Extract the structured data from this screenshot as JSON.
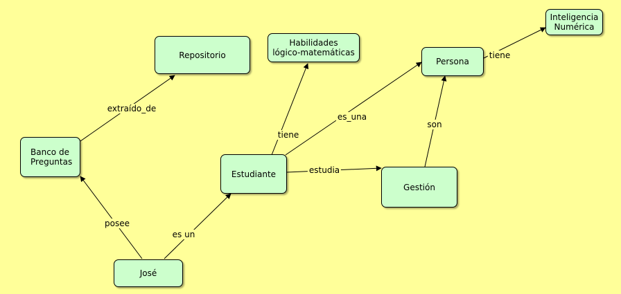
{
  "diagram": {
    "background": "#ffff99",
    "node_fill": "#ccffcc",
    "nodes": {
      "repositorio": "Repositorio",
      "habilidades": "Habilidades\nlógico-matemáticas",
      "inteligencia": "Inteligencia\nNumérica",
      "persona": "Persona",
      "banco": "Banco de\nPreguntas",
      "estudiante": "Estudiante",
      "gestion": "Gestión",
      "jose": "José"
    },
    "edges": {
      "extraido_de": "extraído_de",
      "tiene_habilidades": "tiene",
      "es_una": "es_una",
      "tiene_inteligencia": "tiene",
      "son": "son",
      "estudia": "estudia",
      "posee": "posee",
      "es_un": "es un"
    }
  }
}
